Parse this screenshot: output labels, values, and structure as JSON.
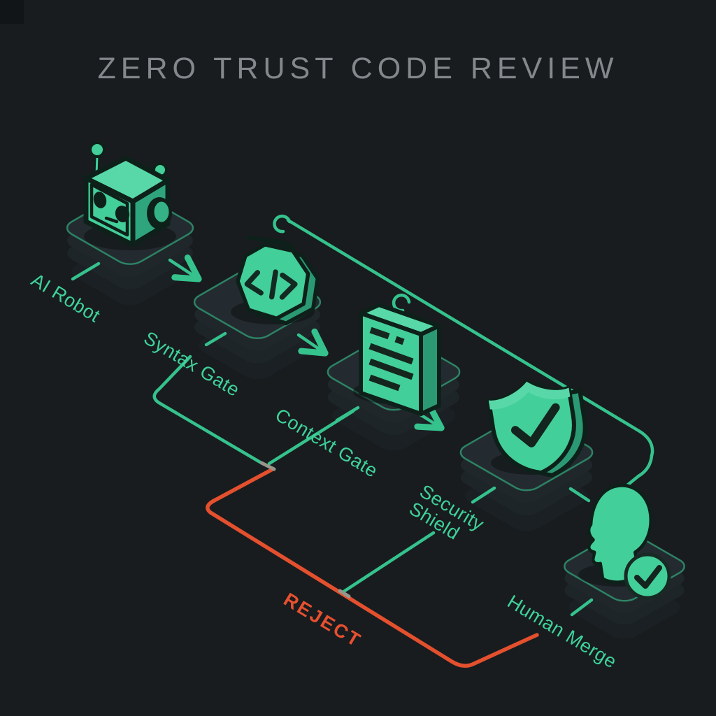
{
  "title": "ZERO TRUST CODE REVIEW",
  "nodes": [
    {
      "id": "ai-robot",
      "label": "AI Robot",
      "icon": "robot-icon"
    },
    {
      "id": "syntax-gate",
      "label": "Syntax Gate",
      "icon": "code-gate-icon"
    },
    {
      "id": "context-gate",
      "label": "Context Gate",
      "icon": "document-icon"
    },
    {
      "id": "security-shield",
      "label": "Security Shield",
      "icon": "shield-check-icon"
    },
    {
      "id": "human-merge",
      "label": "Human Merge",
      "icon": "human-head-check-icon"
    }
  ],
  "flow": {
    "main_path": [
      "AI Robot",
      "Syntax Gate",
      "Context Gate",
      "Security Shield",
      "Human Merge"
    ],
    "bypass_line": "Syntax Gate hook to Human Merge",
    "reject_sources": [
      "Syntax Gate",
      "Context Gate",
      "Security Shield"
    ],
    "reject_label": "REJECT"
  },
  "colors": {
    "background": "#181c1e",
    "line_green": "#35c28d",
    "label_green": "#3fd29b",
    "icon_green": "#43cf9a",
    "icon_green_light": "#58d8a8",
    "icon_green_dark": "#2fa57d",
    "outline_dark": "#0e201a",
    "platform_fill": "#242b30",
    "platform_edge": "#2d8465",
    "reject_red": "#e4502e",
    "title_gray": "#84888c"
  }
}
